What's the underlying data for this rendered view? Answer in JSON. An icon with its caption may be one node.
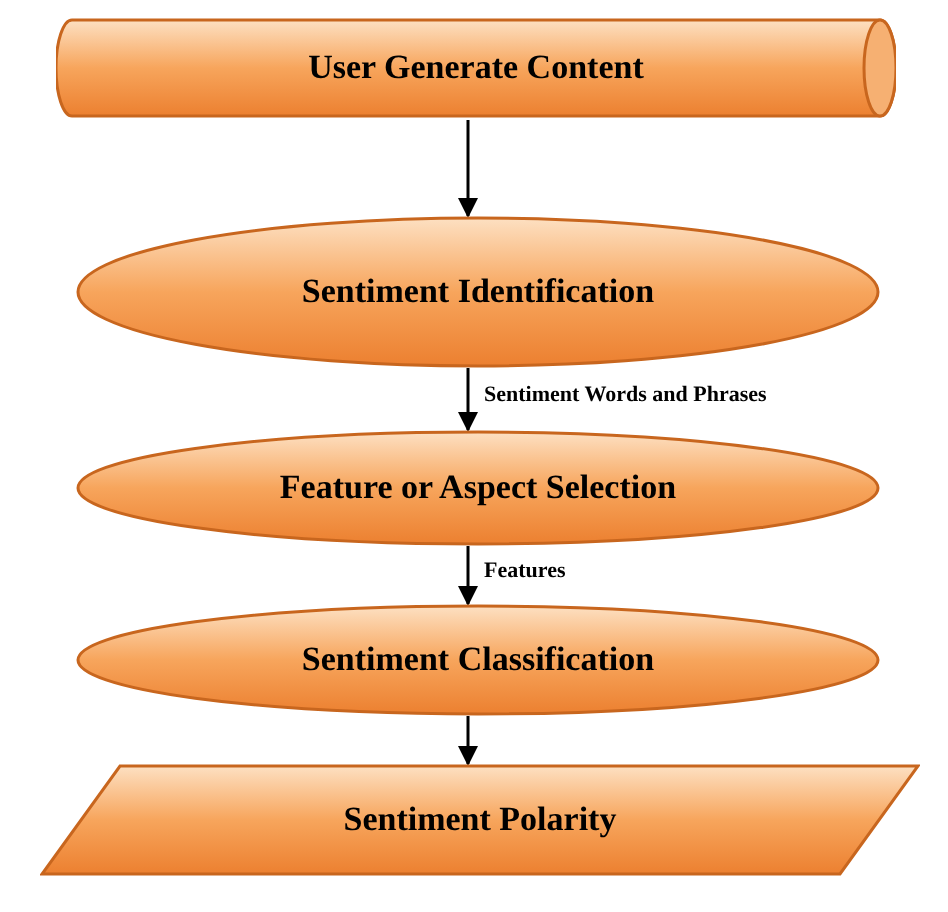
{
  "diagram": {
    "nodes": [
      {
        "text": [
          "User Generate Content"
        ]
      },
      {
        "text": [
          "Sentiment Identification"
        ]
      },
      {
        "text": [
          "Feature or Aspect Selection"
        ]
      },
      {
        "text": [
          "Sentiment Classification"
        ]
      },
      {
        "text": [
          "Sentiment Polarity"
        ]
      }
    ],
    "edges": [
      {
        "from": 0,
        "to": 1,
        "arrow": "to"
      },
      {
        "from": 1,
        "to": 2,
        "arrow": "to",
        "label": "Sentiment Words and Phrases"
      },
      {
        "from": 2,
        "to": 3,
        "arrow": "to",
        "label": "Features"
      },
      {
        "from": 3,
        "to": 4,
        "arrow": "to"
      }
    ]
  }
}
